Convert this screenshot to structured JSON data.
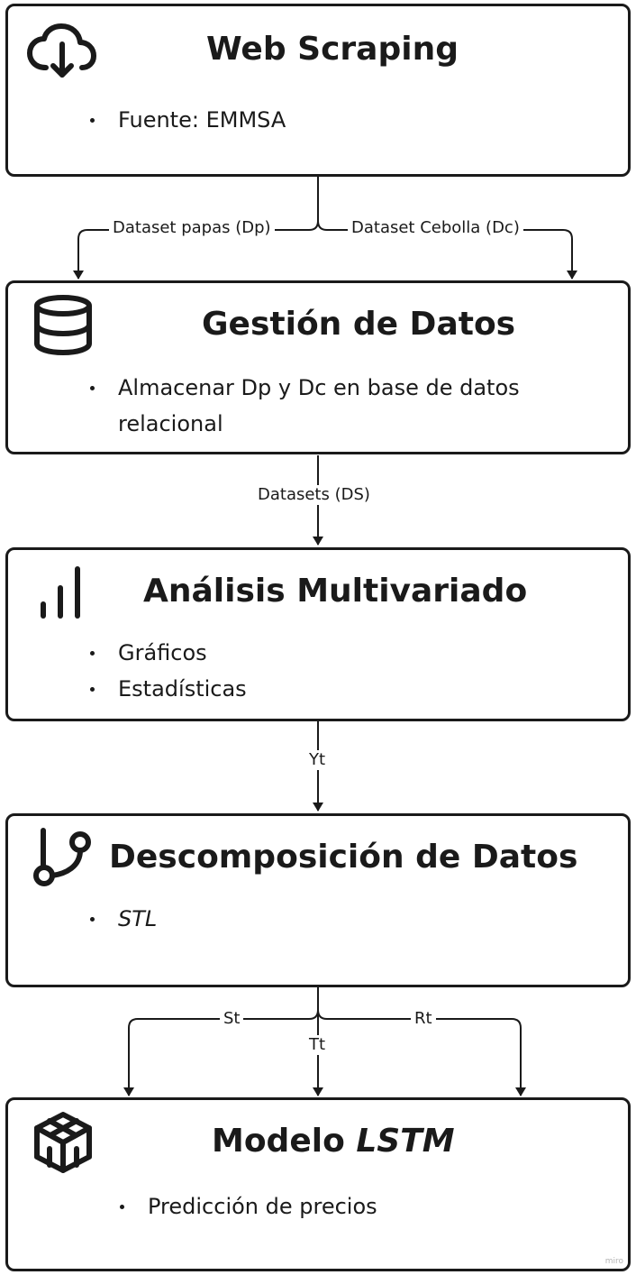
{
  "boxes": {
    "web_scraping": {
      "title": "Web Scraping",
      "bullets": [
        "Fuente: EMMSA"
      ],
      "icon": "cloud-download-icon"
    },
    "gestion": {
      "title": "Gestión de Datos",
      "bullets": [
        "Almacenar Dp y Dc en base de datos relacional"
      ],
      "icon": "database-icon"
    },
    "analisis": {
      "title": "Análisis Multivariado",
      "bullets": [
        "Gráficos",
        "Estadísticas"
      ],
      "icon": "bar-chart-icon"
    },
    "descomposicion": {
      "title": "Descomposición de Datos",
      "bullets": [
        "STL"
      ],
      "icon": "git-branch-icon"
    },
    "modelo": {
      "title_prefix": "Modelo ",
      "title_emph": "LSTM",
      "bullets": [
        "Predicción de precios"
      ],
      "icon": "model-cube-icon"
    }
  },
  "edges": {
    "dataset_papas": "Dataset papas (Dp)",
    "dataset_cebolla": "Dataset Cebolla (Dc)",
    "datasets": "Datasets (DS)",
    "yt": "Yt",
    "st": "St",
    "tt": "Tt",
    "rt": "Rt"
  },
  "watermark": "miro"
}
